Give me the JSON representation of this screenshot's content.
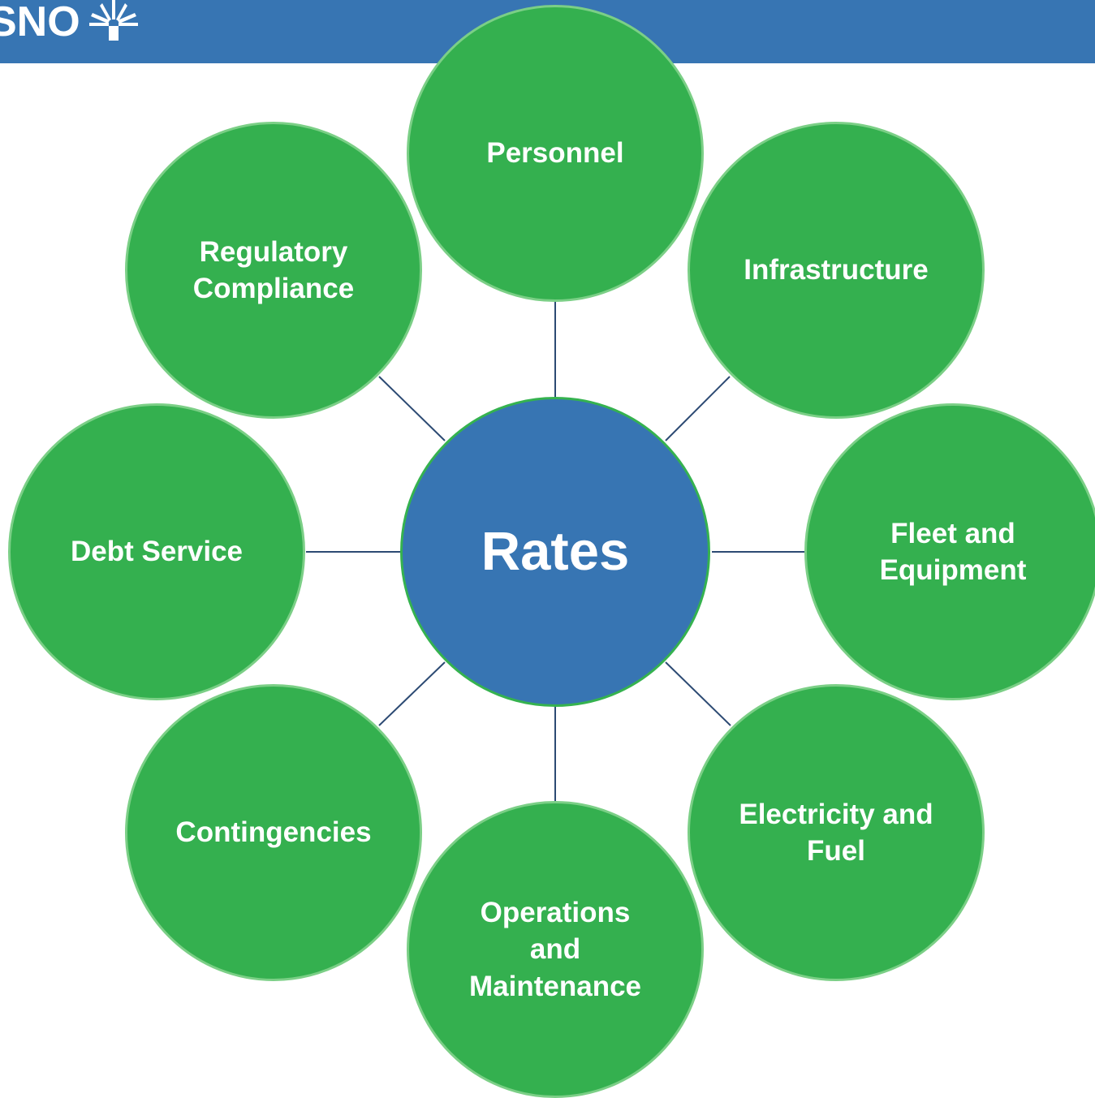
{
  "colors": {
    "header": "#3775b3",
    "hub": "#3775b3",
    "node": "#34b04f",
    "node_border": "#7bcf86",
    "connector": "#2c4a73",
    "text": "#ffffff"
  },
  "header": {
    "logo_icon": "sunburst-logo-icon",
    "logo_text": "SNO"
  },
  "diagram": {
    "center": {
      "label": "Rates"
    },
    "nodes": [
      {
        "label": "Personnel"
      },
      {
        "label": "Infrastructure"
      },
      {
        "label": "Fleet and\nEquipment"
      },
      {
        "label": "Electricity and\nFuel"
      },
      {
        "label": "Operations\nand\nMaintenance"
      },
      {
        "label": "Contingencies"
      },
      {
        "label": "Debt Service"
      },
      {
        "label": "Regulatory\nCompliance"
      }
    ]
  }
}
